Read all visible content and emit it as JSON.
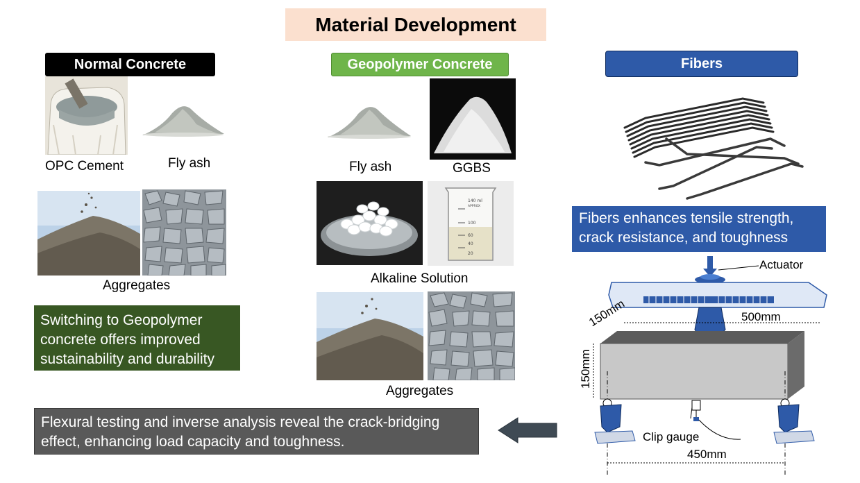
{
  "title": "Material Development",
  "columns": {
    "normal": {
      "header": "Normal Concrete",
      "captions": {
        "opc": "OPC Cement",
        "flyash": "Fly ash",
        "aggregates": "Aggregates"
      }
    },
    "geopolymer": {
      "header": "Geopolymer Concrete",
      "captions": {
        "flyash": "Fly ash",
        "ggbs": "GGBS",
        "alkaline": "Alkaline Solution",
        "aggregates": "Aggregates"
      },
      "beaker_marks": [
        "140 ml",
        "APPROX",
        "100",
        "60",
        "40",
        "20"
      ]
    },
    "fibers": {
      "header": "Fibers"
    }
  },
  "notes": {
    "switching": "Switching to Geopolymer concrete offers improved sustainability and durability",
    "fibers": "Fibers enhances tensile strength, crack resistance, and toughness",
    "flexural": "Flexural testing and inverse analysis reveal the crack-bridging effect, enhancing load capacity and toughness."
  },
  "test_setup": {
    "actuator": "Actuator",
    "clip_gauge": "Clip gauge",
    "dim_depth": "150mm",
    "dim_height": "150mm",
    "dim_length": "500mm",
    "dim_span": "450mm"
  },
  "colors": {
    "title_bg": "#fbe0cf",
    "green_dark": "#385723",
    "green_header": "#6fb54a",
    "blue": "#2e5aa8",
    "gray_note": "#595959"
  }
}
